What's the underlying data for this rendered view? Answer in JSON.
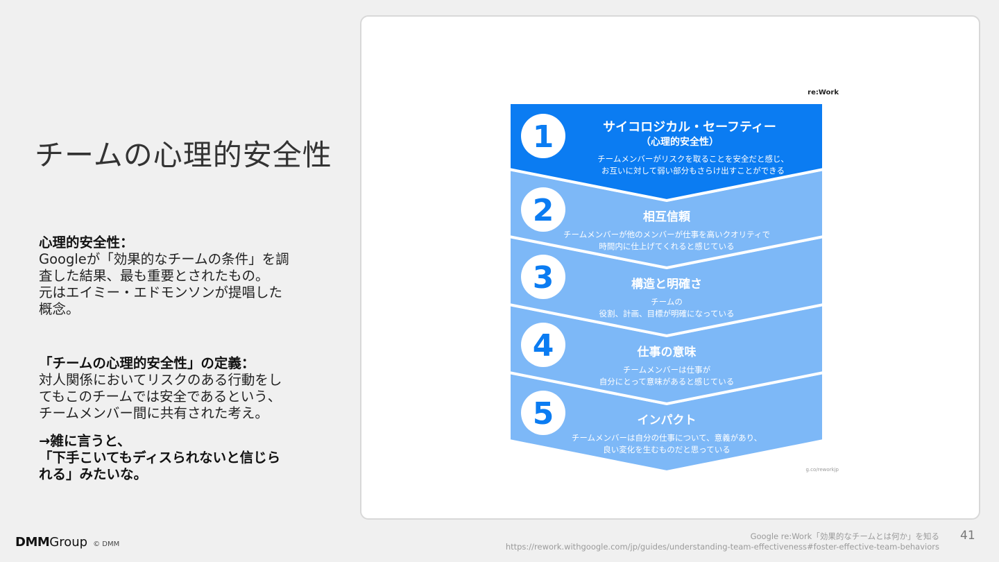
{
  "slide": {
    "title": "チームの心理的安全性",
    "page_number": "41"
  },
  "left_text": {
    "block1_heading": "心理的安全性：",
    "block1_lines": [
      "Googleが「効果的なチームの条件」を調",
      "査した結果、最も重要とされたもの。",
      "元はエイミー・エドモンソンが提唱した",
      "概念。"
    ],
    "block2_heading": "「チームの心理的安全性」の定義：",
    "block2_lines": [
      "対人関係においてリスクのある行動をし",
      "てもこのチームでは安全であるという、",
      "チームメンバー間に共有された考え。"
    ],
    "block3_lines": [
      "→雑に言うと、",
      "「下手こいてもディスられないと信じら",
      "れる」みたいな。"
    ]
  },
  "figure": {
    "brand": "re:Work",
    "source_tag": "g.co/reworkjp",
    "colors": {
      "primary": "#0b7cf2",
      "secondary": "#7db8f7",
      "number_text": "#0b7cf2"
    },
    "items": [
      {
        "number": "1",
        "title": "サイコロジカル・セーフティー",
        "subtitle": "（心理的安全性）",
        "desc": [
          "チームメンバーがリスクを取ることを安全だと感じ、",
          "お互いに対して弱い部分もさらけ出すことができる"
        ]
      },
      {
        "number": "2",
        "title": "相互信頼",
        "desc": [
          "チームメンバーが他のメンバーが仕事を高いクオリティで",
          "時間内に仕上げてくれると感じている"
        ]
      },
      {
        "number": "3",
        "title": "構造と明確さ",
        "desc": [
          "チームの",
          "役割、計画、目標が明確になっている"
        ]
      },
      {
        "number": "4",
        "title": "仕事の意味",
        "desc": [
          "チームメンバーは仕事が",
          "自分にとって意味があると感じている"
        ]
      },
      {
        "number": "5",
        "title": "インパクト",
        "desc": [
          "チームメンバーは自分の仕事について、意義があり、",
          "良い変化を生むものだと思っている"
        ]
      }
    ]
  },
  "footer": {
    "logo_dmm": "DMM",
    "logo_group": "Group",
    "copyright": "© DMM",
    "source_line1": "Google re:Work「効果的なチームとは何か」を知る",
    "source_line2": "https://rework.withgoogle.com/jp/guides/understanding-team-effectiveness#foster-effective-team-behaviors"
  }
}
